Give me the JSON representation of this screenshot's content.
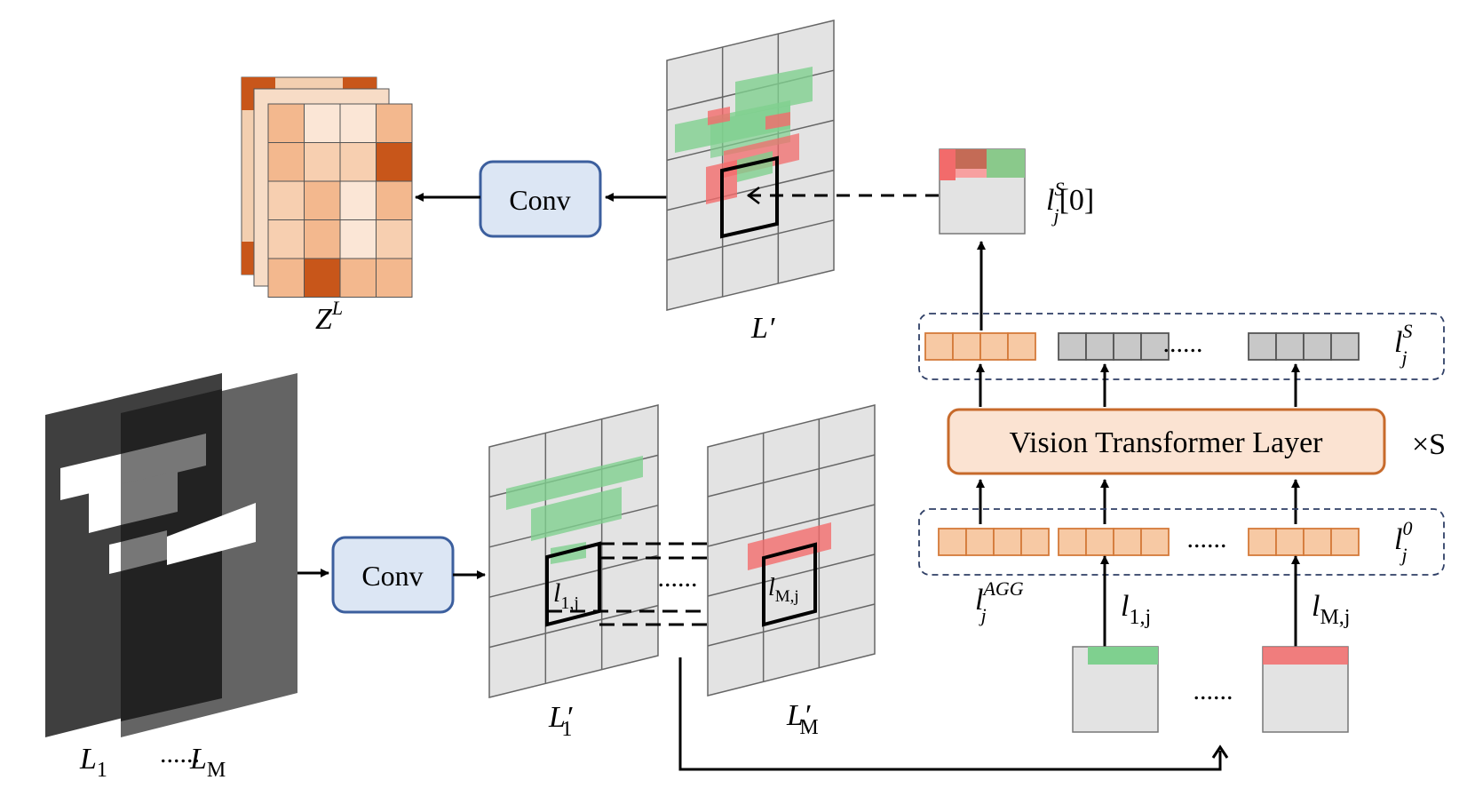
{
  "labels": {
    "conv_top": "Conv",
    "conv_bottom": "Conv",
    "vit_layer": "Vision Transformer Layer",
    "times_s": "×S",
    "zl_main": "Z",
    "zl_sup": "L",
    "lprime_main": "L",
    "lprime_prime": "′",
    "l1prime_main": "L",
    "l1prime_prime": "′",
    "l1prime_sub": "1",
    "lmprime_main": "L",
    "lmprime_prime": "′",
    "lmprime_sub": "M",
    "l1_main": "L",
    "l1_sub": "1",
    "lm_main": "L",
    "lm_sub": "M",
    "between_layers": "......",
    "l1j_main": "l",
    "l1j_sub": "1,j",
    "lmj_main": "l",
    "lmj_sub": "M,j",
    "middle_dots": "......",
    "ljs0_main": "l",
    "ljs0_sup": "S",
    "ljs0_sub": "j",
    "ljs0_idx": "[0]",
    "ljs_main": "l",
    "ljs_sup": "S",
    "ljs_sub": "j",
    "lj0_main": "l",
    "lj0_sup": "0",
    "lj0_sub": "j",
    "ljagg_main": "l",
    "ljagg_sup": "AGG",
    "ljagg_sub": "j",
    "in_l1j_main": "l",
    "in_l1j_sub": "1,j",
    "in_lmj_main": "l",
    "in_lmj_sub": "M,j",
    "token_dots_top": "......",
    "token_dots_bottom": "......",
    "patch_dots": "......"
  },
  "colors": {
    "orange_token": "#f7c9a4",
    "orange_border": "#d47a3a",
    "gray_token": "#c8c8c8",
    "conv_fill": "#dce6f4",
    "conv_border": "#3c5f9e",
    "vit_fill": "#fbe3d2",
    "vit_border": "#c76a2b",
    "green": "#7fd08f",
    "red": "#f26b6b",
    "grid_fill": "#e3e3e3"
  }
}
